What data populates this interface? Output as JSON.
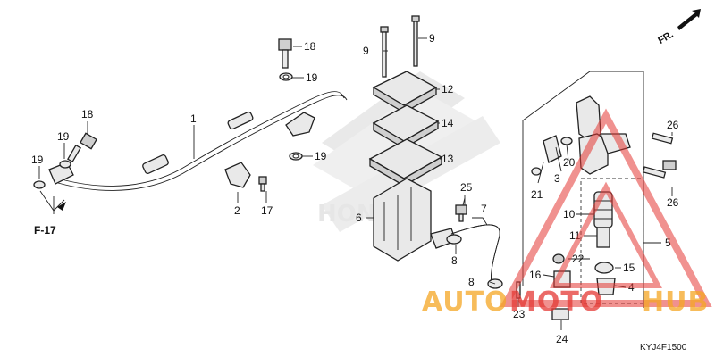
{
  "labels": {
    "p1": "1",
    "p2": "2",
    "p4": "4",
    "p5": "5",
    "p6": "6",
    "p7": "7",
    "p8a": "8",
    "p8b": "8",
    "p9a": "9",
    "p9b": "9",
    "p10": "10",
    "p11": "11",
    "p12": "12",
    "p13": "13",
    "p14": "14",
    "p15": "15",
    "p16": "16",
    "p17": "17",
    "p18a": "18",
    "p18b": "18",
    "p19a": "19",
    "p19b": "19",
    "p19c": "19",
    "p19d": "19",
    "p20": "20",
    "p21": "21",
    "p3": "3",
    "p22": "22",
    "p23": "23",
    "p24": "24",
    "p25": "25",
    "p26a": "26",
    "p26b": "26"
  },
  "ref_f17": "F-17",
  "front_arrow": "FR.",
  "diagram_code": "KYJ4F1500",
  "watermark": {
    "text_auto": "AUTO",
    "text_moto": "MOTO",
    "text_hub": "HUB",
    "color_orange": "#f5a623",
    "color_red": "#e53935"
  }
}
